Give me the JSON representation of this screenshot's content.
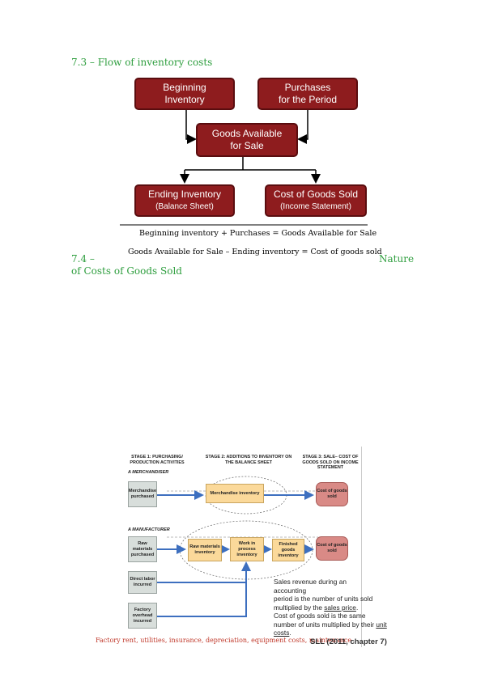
{
  "section_73": {
    "title": "7.3 – Flow of inventory costs"
  },
  "flow": {
    "beginning": {
      "line1": "Beginning",
      "line2": "Inventory"
    },
    "purchases": {
      "line1": "Purchases",
      "line2": "for the Period"
    },
    "available": {
      "line1": "Goods Available",
      "line2": "for Sale"
    },
    "ending": {
      "line1": "Ending Inventory",
      "line2": "(Balance Sheet)"
    },
    "cogs": {
      "line1": "Cost of Goods Sold",
      "line2": "(Income Statement)"
    },
    "equation1": "Beginning inventory + Purchases = Goods Available for Sale",
    "equation2": "Goods Available for Sale – Ending inventory = Cost of goods sold"
  },
  "section_74": {
    "prefix": "7.4 –",
    "suffix": "Nature",
    "line2": "of Costs of Goods Sold"
  },
  "figure": {
    "stage1": "STAGE 1: PURCHASING/ PRODUCTION ACTIVITIES",
    "stage2": "STAGE 2: ADDITIONS TO INVENTORY ON THE BALANCE SHEET",
    "stage3": "STAGE 3: SALE– COST OF GOODS SOLD ON INCOME STATEMENT",
    "merch_label": "A MERCHANDISER",
    "manuf_label": "A MANUFACTURER",
    "merch_purchased": "Merchandise purchased",
    "merch_inventory": "Merchandise inventory",
    "cost_goods_sold_1": "Cost of goods sold",
    "raw_purchased": "Raw materials purchased",
    "raw_inventory": "Raw materials inventory",
    "wip_inventory": "Work in process inventory",
    "finished_inventory": "Finished goods inventory",
    "cost_goods_sold_2": "Cost of goods sold",
    "direct_labor": "Direct labor incurred",
    "factory_overhead": "Factory overhead incurred"
  },
  "notes": {
    "sales_a": "Sales revenue during an accounting",
    "sales_b": "period is the number of units sold",
    "sales_c": "multiplied by the ",
    "sales_c_u": "sales price",
    "sales_c_end": ".",
    "cogs_a": "Cost of goods sold is the same",
    "cogs_b": "number of units multiplied by their ",
    "cogs_b_u": "unit",
    "cogs_c_u": "costs",
    "cogs_c_end": "."
  },
  "footer": {
    "red_text": "Factory rent, utilities, insurance, depreciation, equipment costs, maintenance",
    "citation": "SLL (2011, chapter 7)"
  }
}
